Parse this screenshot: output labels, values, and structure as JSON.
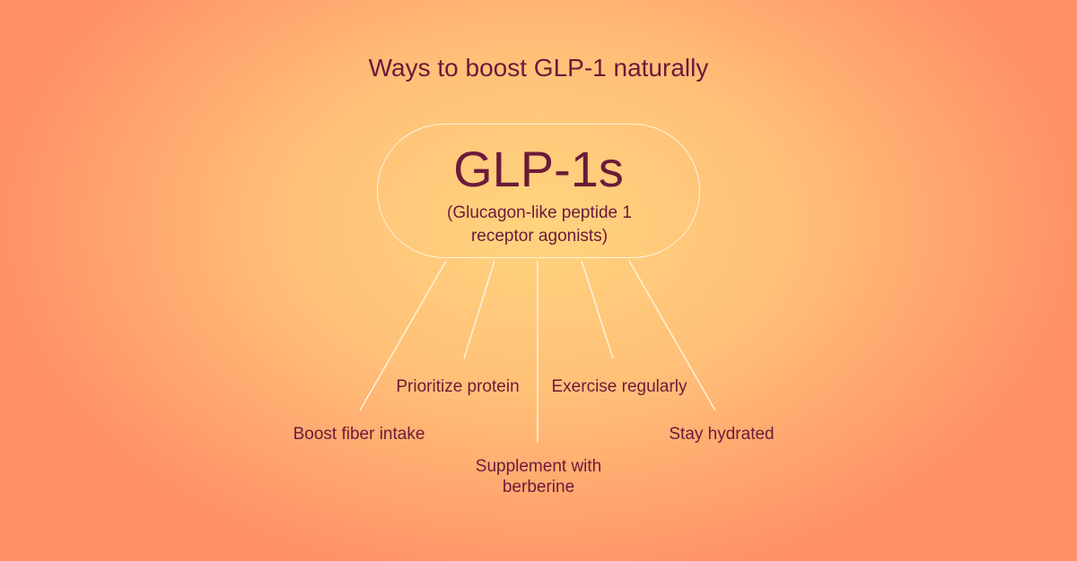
{
  "title": "Ways to boost GLP-1 naturally",
  "center": {
    "heading": "GLP-1s",
    "subtitle": "(Glucagon-like peptide 1 receptor agonists)"
  },
  "branches": [
    {
      "label": "Boost fiber intake"
    },
    {
      "label": "Prioritize protein"
    },
    {
      "label": "Supplement with berberine"
    },
    {
      "label": "Exercise regularly"
    },
    {
      "label": "Stay hydrated"
    }
  ],
  "colors": {
    "text": "#6b1a3a",
    "connector": "#fff3dc",
    "background_center": "#ffd47e",
    "background_edge": "#ff8f66"
  }
}
